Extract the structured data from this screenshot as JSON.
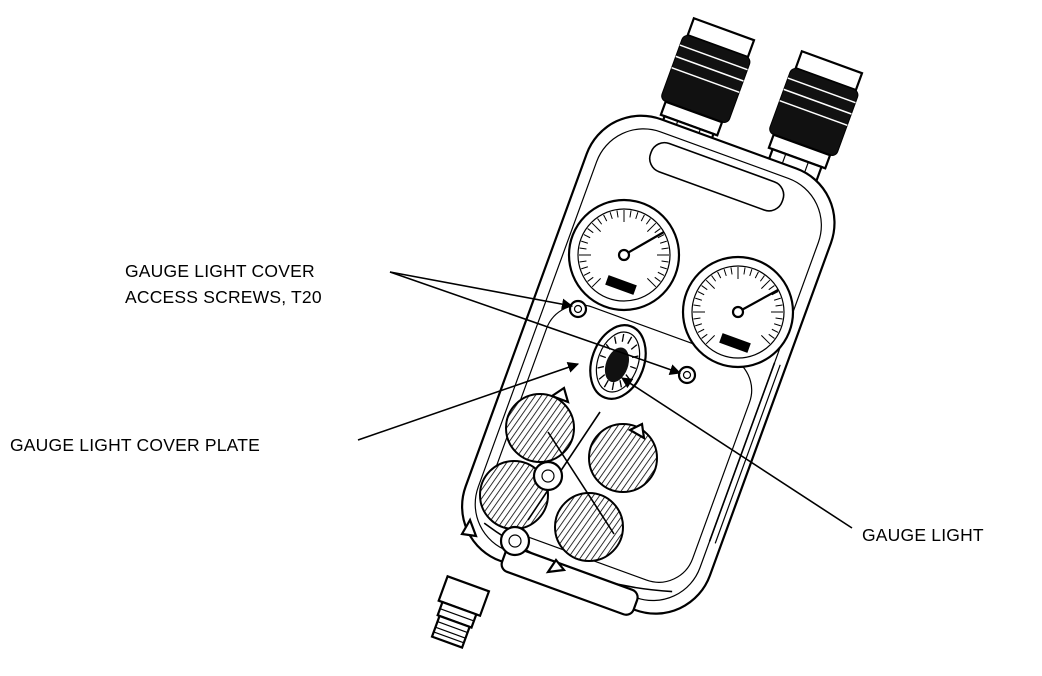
{
  "labels": {
    "cover_screws_line1": "GAUGE LIGHT COVER",
    "cover_screws_line2": "ACCESS SCREWS, T20",
    "cover_plate": "GAUGE LIGHT COVER PLATE",
    "gauge_light": "GAUGE LIGHT"
  },
  "colors": {
    "ink": "#000000",
    "paper": "#ffffff",
    "hatch": "#000000"
  }
}
